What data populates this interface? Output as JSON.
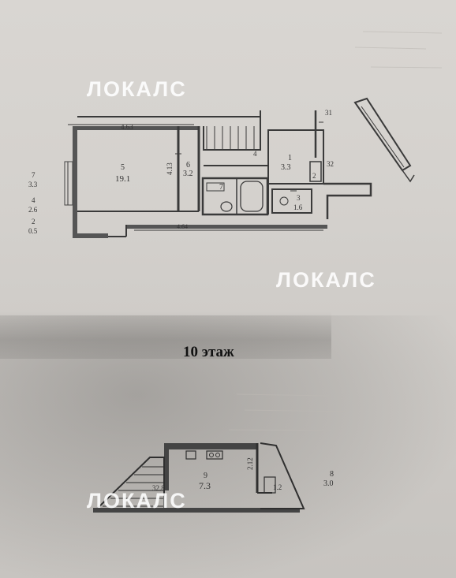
{
  "watermarks": [
    "ЛОКАЛС",
    "ЛОКАЛС",
    "ЛОКАЛС"
  ],
  "floor_title": "10 этаж",
  "upper_plan": {
    "dim_top": "4.63",
    "dim_left": "4.13",
    "dim_bottom": "4.64",
    "rooms": [
      {
        "num": "5",
        "area": "19.1"
      },
      {
        "num": "6",
        "area": "3.2"
      },
      {
        "num": "7",
        "area": ""
      },
      {
        "num": "1",
        "area": "3.3"
      },
      {
        "num": "3",
        "area": "1.6"
      },
      {
        "num": "4",
        "area": ""
      },
      {
        "num": "2",
        "area": ""
      }
    ],
    "side_labels": [
      {
        "num": "7",
        "area": "3.3"
      },
      {
        "num": "4",
        "area": "2.6"
      },
      {
        "num": "2",
        "area": "0.5"
      }
    ],
    "marks": [
      "31",
      "32"
    ]
  },
  "lower_plan": {
    "rooms": [
      {
        "num": "9",
        "area": "7.3"
      }
    ],
    "dim_right": "2.12",
    "dim_small": "1.2",
    "stair_label": "32.8",
    "side_label": {
      "num": "8",
      "area": "3.0"
    }
  }
}
